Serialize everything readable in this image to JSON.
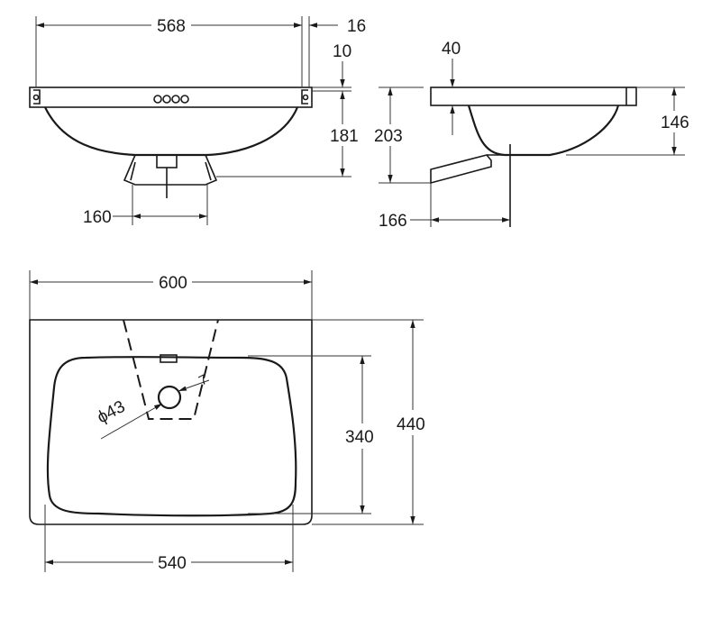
{
  "front_view": {
    "width_label": "568",
    "rim_label": "16",
    "top_label": "10",
    "depth_label": "181",
    "bracket_label": "160"
  },
  "side_view": {
    "height_label": "203",
    "offset_label": "40",
    "bowl_label": "146",
    "projection_label": "166"
  },
  "plan_view": {
    "width_label": "600",
    "depth_label": "440",
    "inner_depth_label": "340",
    "inner_width_label": "540",
    "hole_label": "ϕ43",
    "hole_aux_label": "7"
  }
}
